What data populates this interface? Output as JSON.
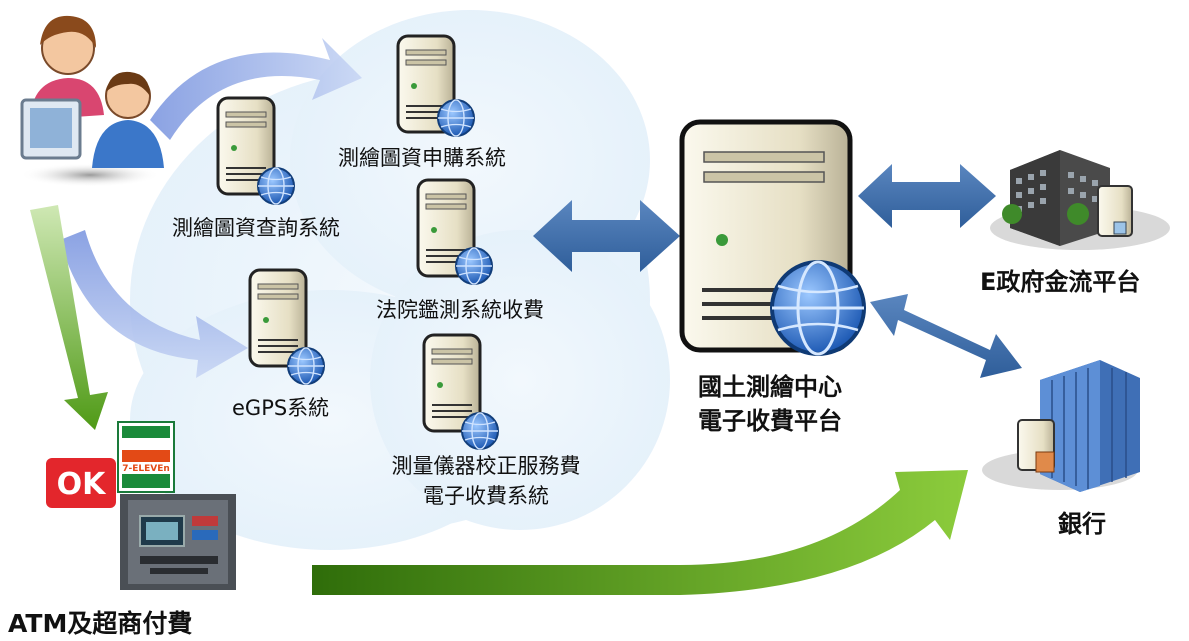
{
  "systems": {
    "purchase": "測繪圖資申購系統",
    "query": "測繪圖資查詢系統",
    "court": "法院鑑測系統收費",
    "egps": "eGPS系統",
    "instrument_line1": "測量儀器校正服務費",
    "instrument_line2": "電子收費系統"
  },
  "center": {
    "line1": "國土測繪中心",
    "line2": "電子收費平台"
  },
  "egov": "E政府金流平台",
  "bank": "銀行",
  "atm": "ATM及超商付費",
  "logos": {
    "ok": "OK",
    "seven_eleven": "7-ELEVEn"
  },
  "colors": {
    "cloud": "#eaf4fb",
    "blue_arrow": "#3f6fa8",
    "light_arrow": "#8fa8e8",
    "green_arrow": "#5aa31c",
    "server_body": "#ece6cf",
    "globe": "#2f6fc8"
  }
}
